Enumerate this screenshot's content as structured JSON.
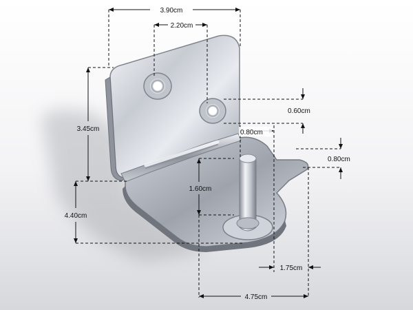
{
  "background": {
    "top_color": "#ffffff",
    "bottom_color": "#d7d8dc"
  },
  "part": {
    "name": "angle bracket with pivot pin",
    "metal_light": "#eef0f4",
    "metal_mid": "#b6bac2",
    "metal_dark": "#6f747d"
  },
  "dimensions": {
    "overall_width_top": "3.90cm",
    "hole_spacing": "2.20cm",
    "vertical_plate_height": "3.45cm",
    "total_height": "4.40cm",
    "hole_offset": "0.60cm",
    "pin_gap": "0.80cm",
    "tab_thickness": "0.80cm",
    "pin_height": "1.60cm",
    "tab_length": "1.75cm",
    "base_depth": "4.75cm"
  },
  "annotation_color": "#111111"
}
